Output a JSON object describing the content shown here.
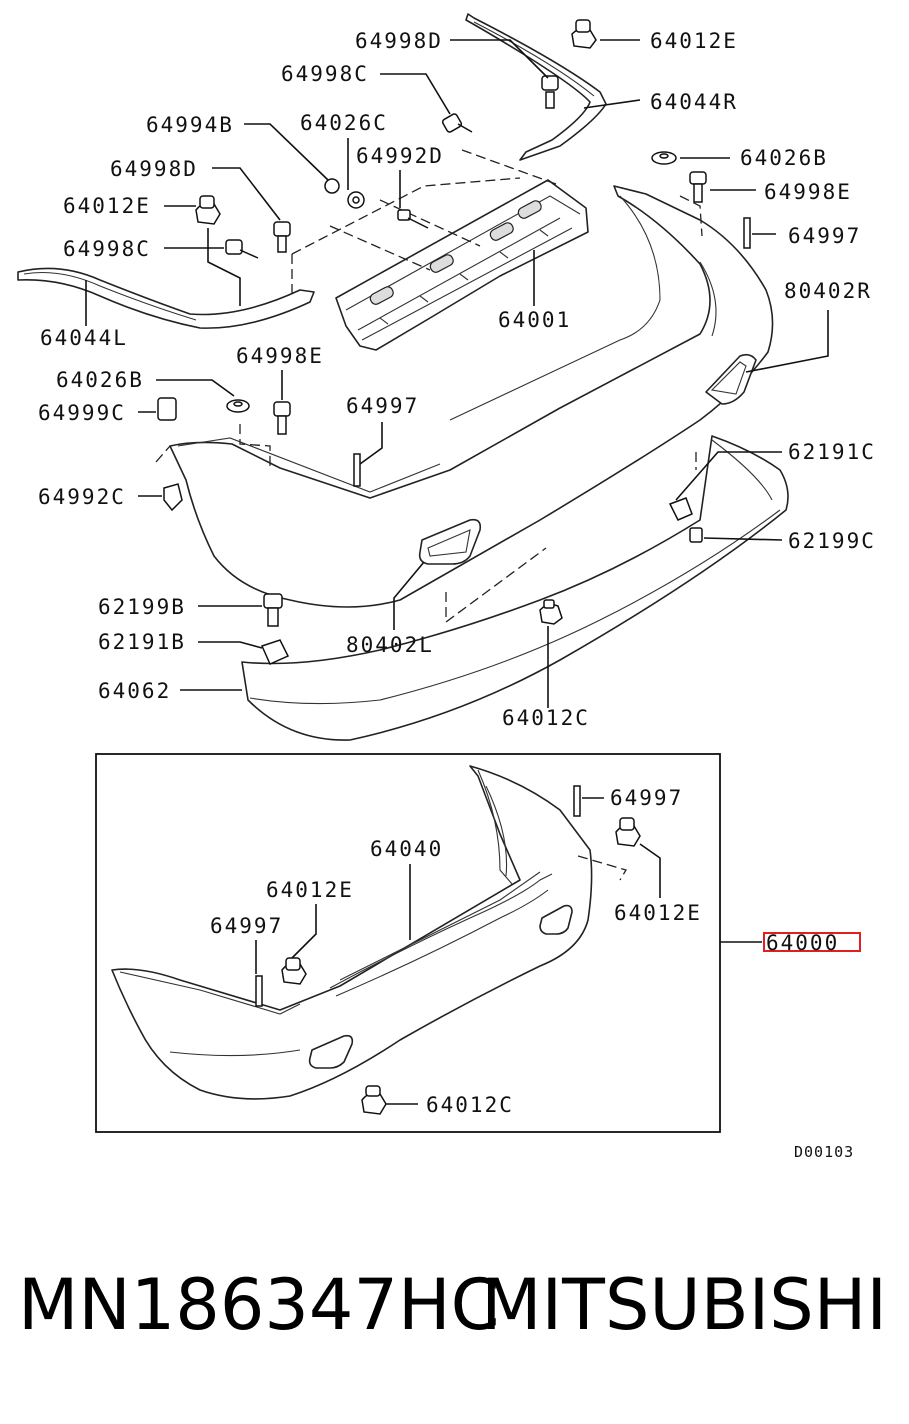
{
  "diagram": {
    "code": "D00103",
    "highlight_color": "#e02020",
    "labels": {
      "l_64998D_top": "64998D",
      "l_64012E_top": "64012E",
      "l_64998C_top": "64998C",
      "l_64044R": "64044R",
      "l_64994B": "64994B",
      "l_64026C": "64026C",
      "l_64992D": "64992D",
      "l_64026B_right": "64026B",
      "l_64998D_left": "64998D",
      "l_64998E_right": "64998E",
      "l_64012E_left": "64012E",
      "l_64997_right": "64997",
      "l_64998C_left": "64998C",
      "l_80402R": "80402R",
      "l_64044L": "64044L",
      "l_64001": "64001",
      "l_64026B_left": "64026B",
      "l_64998E_mid": "64998E",
      "l_64999C": "64999C",
      "l_64997_mid": "64997",
      "l_62191C": "62191C",
      "l_64992C": "64992C",
      "l_62199C": "62199C",
      "l_62199B": "62199B",
      "l_62191B": "62191B",
      "l_80402L": "80402L",
      "l_64062": "64062",
      "l_64012C_mid": "64012C",
      "l_64997_box_top": "64997",
      "l_64040": "64040",
      "l_64012E_box_left": "64012E",
      "l_64012E_box_right": "64012E",
      "l_64997_box_left": "64997",
      "l_64000": "64000",
      "l_64012C_box": "64012C"
    }
  },
  "footer": {
    "part_number": "MN186347HC",
    "brand": "MITSUBISHI"
  }
}
